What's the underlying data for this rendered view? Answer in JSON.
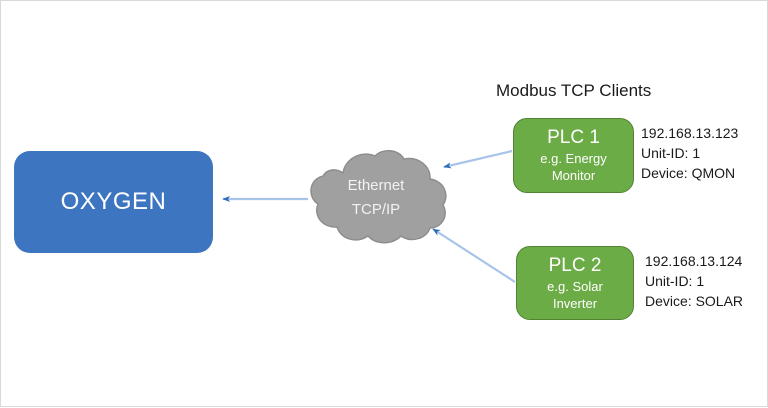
{
  "diagram": {
    "title": "Modbus TCP Clients",
    "colors": {
      "oxygen_blue": "#3d75c0",
      "plc_green": "#6cac46",
      "plc_green_border": "#548235",
      "cloud_gray": "#a0a0a0",
      "cloud_gray_border": "#8c8c8c",
      "arrow_line": "#a8c4e8",
      "arrow_head": "#2e6cb8",
      "text_dark": "#1a1a1a",
      "text_light": "#ffffff",
      "frame_border": "#d9d9d9"
    },
    "oxygen": {
      "label": "OXYGEN"
    },
    "network": {
      "line1": "Ethernet",
      "line2": "TCP/IP"
    },
    "clients": [
      {
        "name": "PLC 1",
        "role_line1": "e.g. Energy",
        "role_line2": "Monitor",
        "ip": "192.168.13.123",
        "unit_id": "Unit-ID: 1",
        "device": "Device: QMON"
      },
      {
        "name": "PLC 2",
        "role_line1": "e.g. Solar",
        "role_line2": "Inverter",
        "ip": "192.168.13.124",
        "unit_id": "Unit-ID: 1",
        "device": "Device: SOLAR"
      }
    ],
    "connections": [
      {
        "from": "Ethernet TCP/IP",
        "to": "OXYGEN"
      },
      {
        "from": "PLC 1",
        "to": "Ethernet TCP/IP"
      },
      {
        "from": "PLC 2",
        "to": "Ethernet TCP/IP"
      }
    ]
  }
}
